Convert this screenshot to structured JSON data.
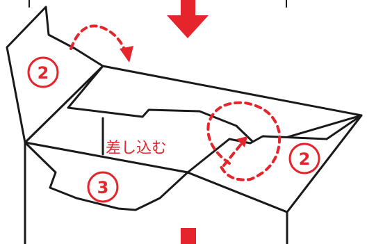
{
  "labels": {
    "step_left_flap": "2",
    "step_right_flap": "2",
    "step_bottom_flap": "3",
    "insert_instruction": "差し込む"
  },
  "colors": {
    "accent": "#e5242b",
    "line": "#1a1a1a",
    "background": "#ffffff"
  },
  "icons": {
    "top_indicator": "down-arrow-icon",
    "bottom_indicator": "square-marker-icon"
  }
}
